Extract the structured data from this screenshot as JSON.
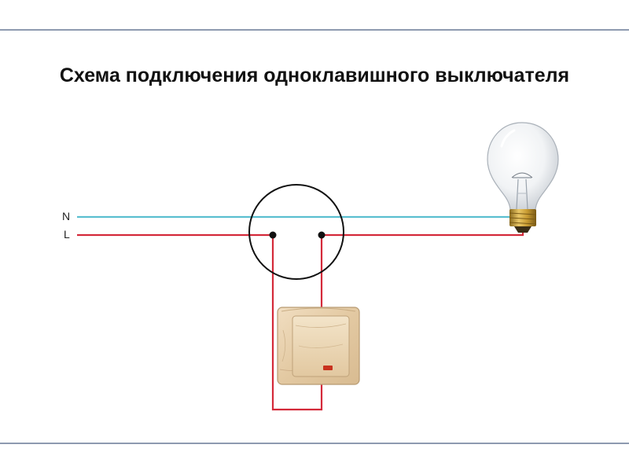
{
  "title": "Схема подключения одноклавишного выключателя",
  "wires": {
    "neutral_label": "N",
    "line_label": "L"
  },
  "components": {
    "junction_box_icon": "junction-box-circle",
    "switch_icon": "single-key-wall-switch",
    "lamp_icon": "incandescent-light-bulb"
  },
  "colors": {
    "neutral_wire": "#5bbfd0",
    "line_wire": "#d42a3a",
    "frame_line": "#4a5d80",
    "switch_body": "#e6cfac",
    "switch_key": "#ecd8b8",
    "indicator": "#c8321e"
  }
}
